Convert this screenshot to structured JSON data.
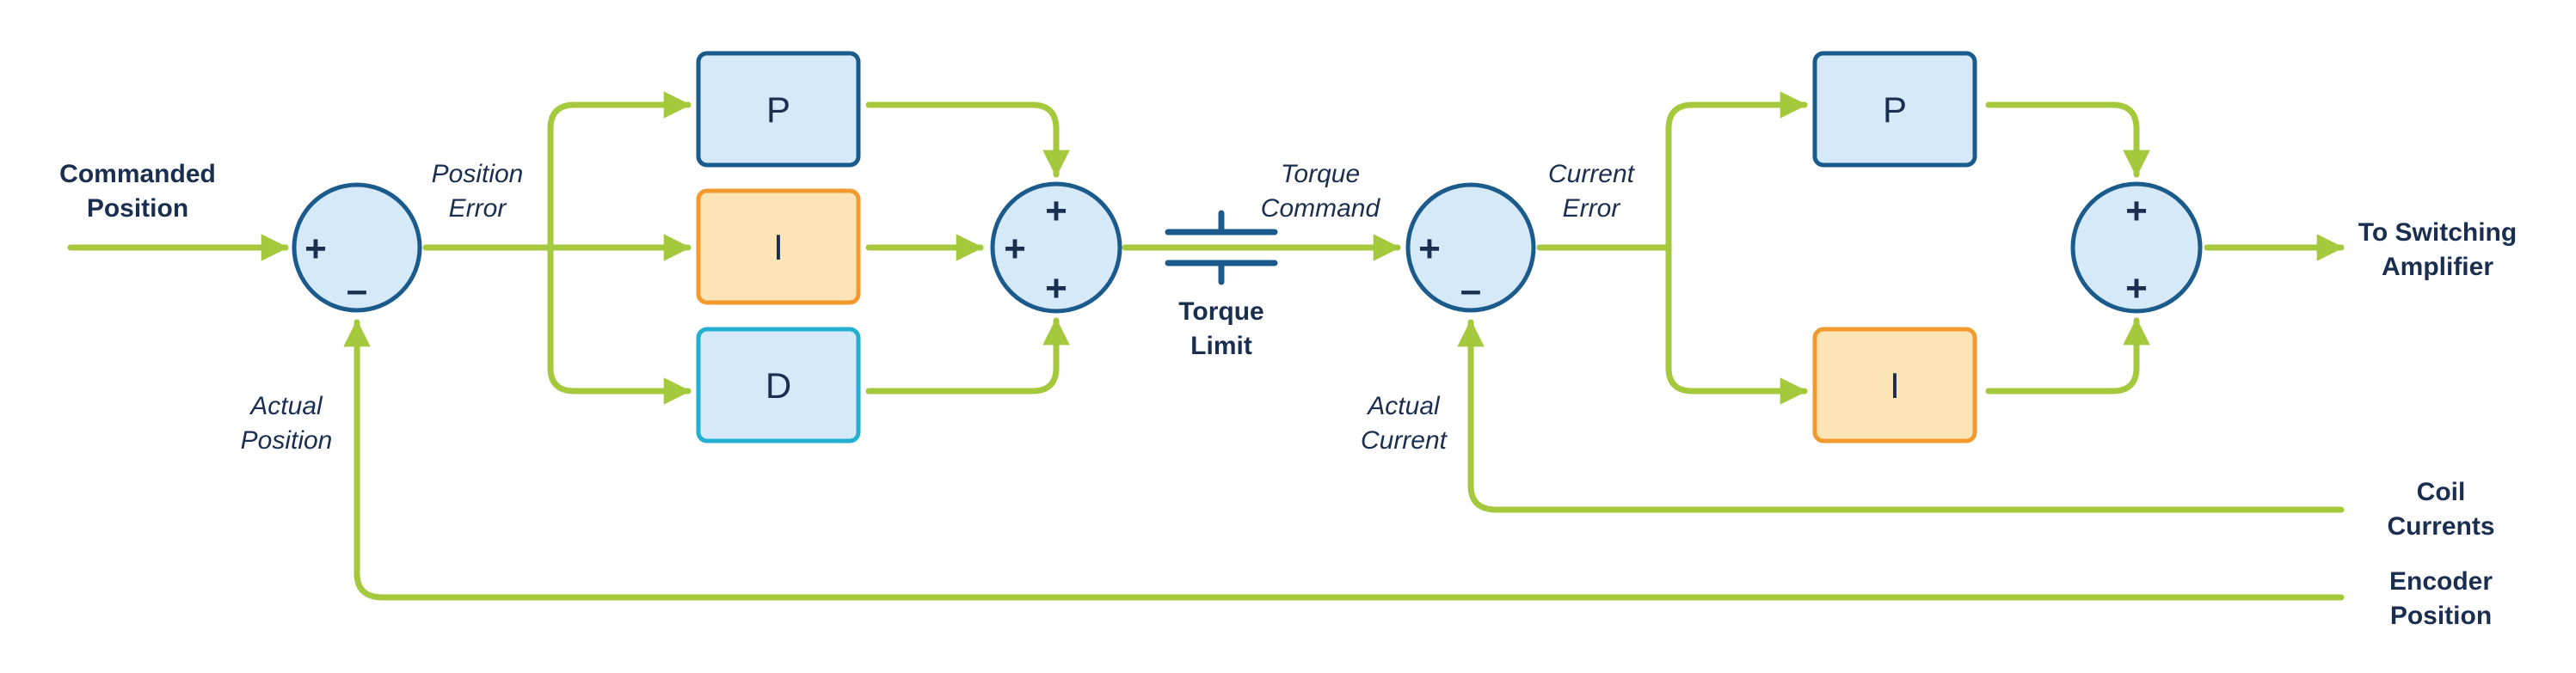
{
  "colors": {
    "signal_line": "#a5c93c",
    "outline": "#1b5b8c",
    "text": "#1a2e4f",
    "block_blue_fill": "#d5e9f8",
    "block_orange_fill": "#fde4b6",
    "block_orange_stroke": "#f39a2e",
    "block_d_stroke": "#23afcf",
    "summer_fill": "#d5e9f8"
  },
  "position_loop": {
    "input_label_line1": "Commanded",
    "input_label_line2": "Position",
    "error_label_line1": "Position",
    "error_label_line2": "Error",
    "feedback_label_line1": "Actual",
    "feedback_label_line2": "Position",
    "block_p": "P",
    "block_i": "I",
    "block_d": "D"
  },
  "torque": {
    "command_label_line1": "Torque",
    "command_label_line2": "Command",
    "limit_label_line1": "Torque",
    "limit_label_line2": "Limit"
  },
  "current_loop": {
    "error_label_line1": "Current",
    "error_label_line2": "Error",
    "feedback_label_line1": "Actual",
    "feedback_label_line2": "Current",
    "block_p": "P",
    "block_i": "I",
    "output_label_line1": "To Switching",
    "output_label_line2": "Amplifier"
  },
  "feedback_sources": {
    "coil_line1": "Coil",
    "coil_line2": "Currents",
    "encoder_line1": "Encoder",
    "encoder_line2": "Position"
  },
  "signs": {
    "plus": "+",
    "minus": "–"
  }
}
